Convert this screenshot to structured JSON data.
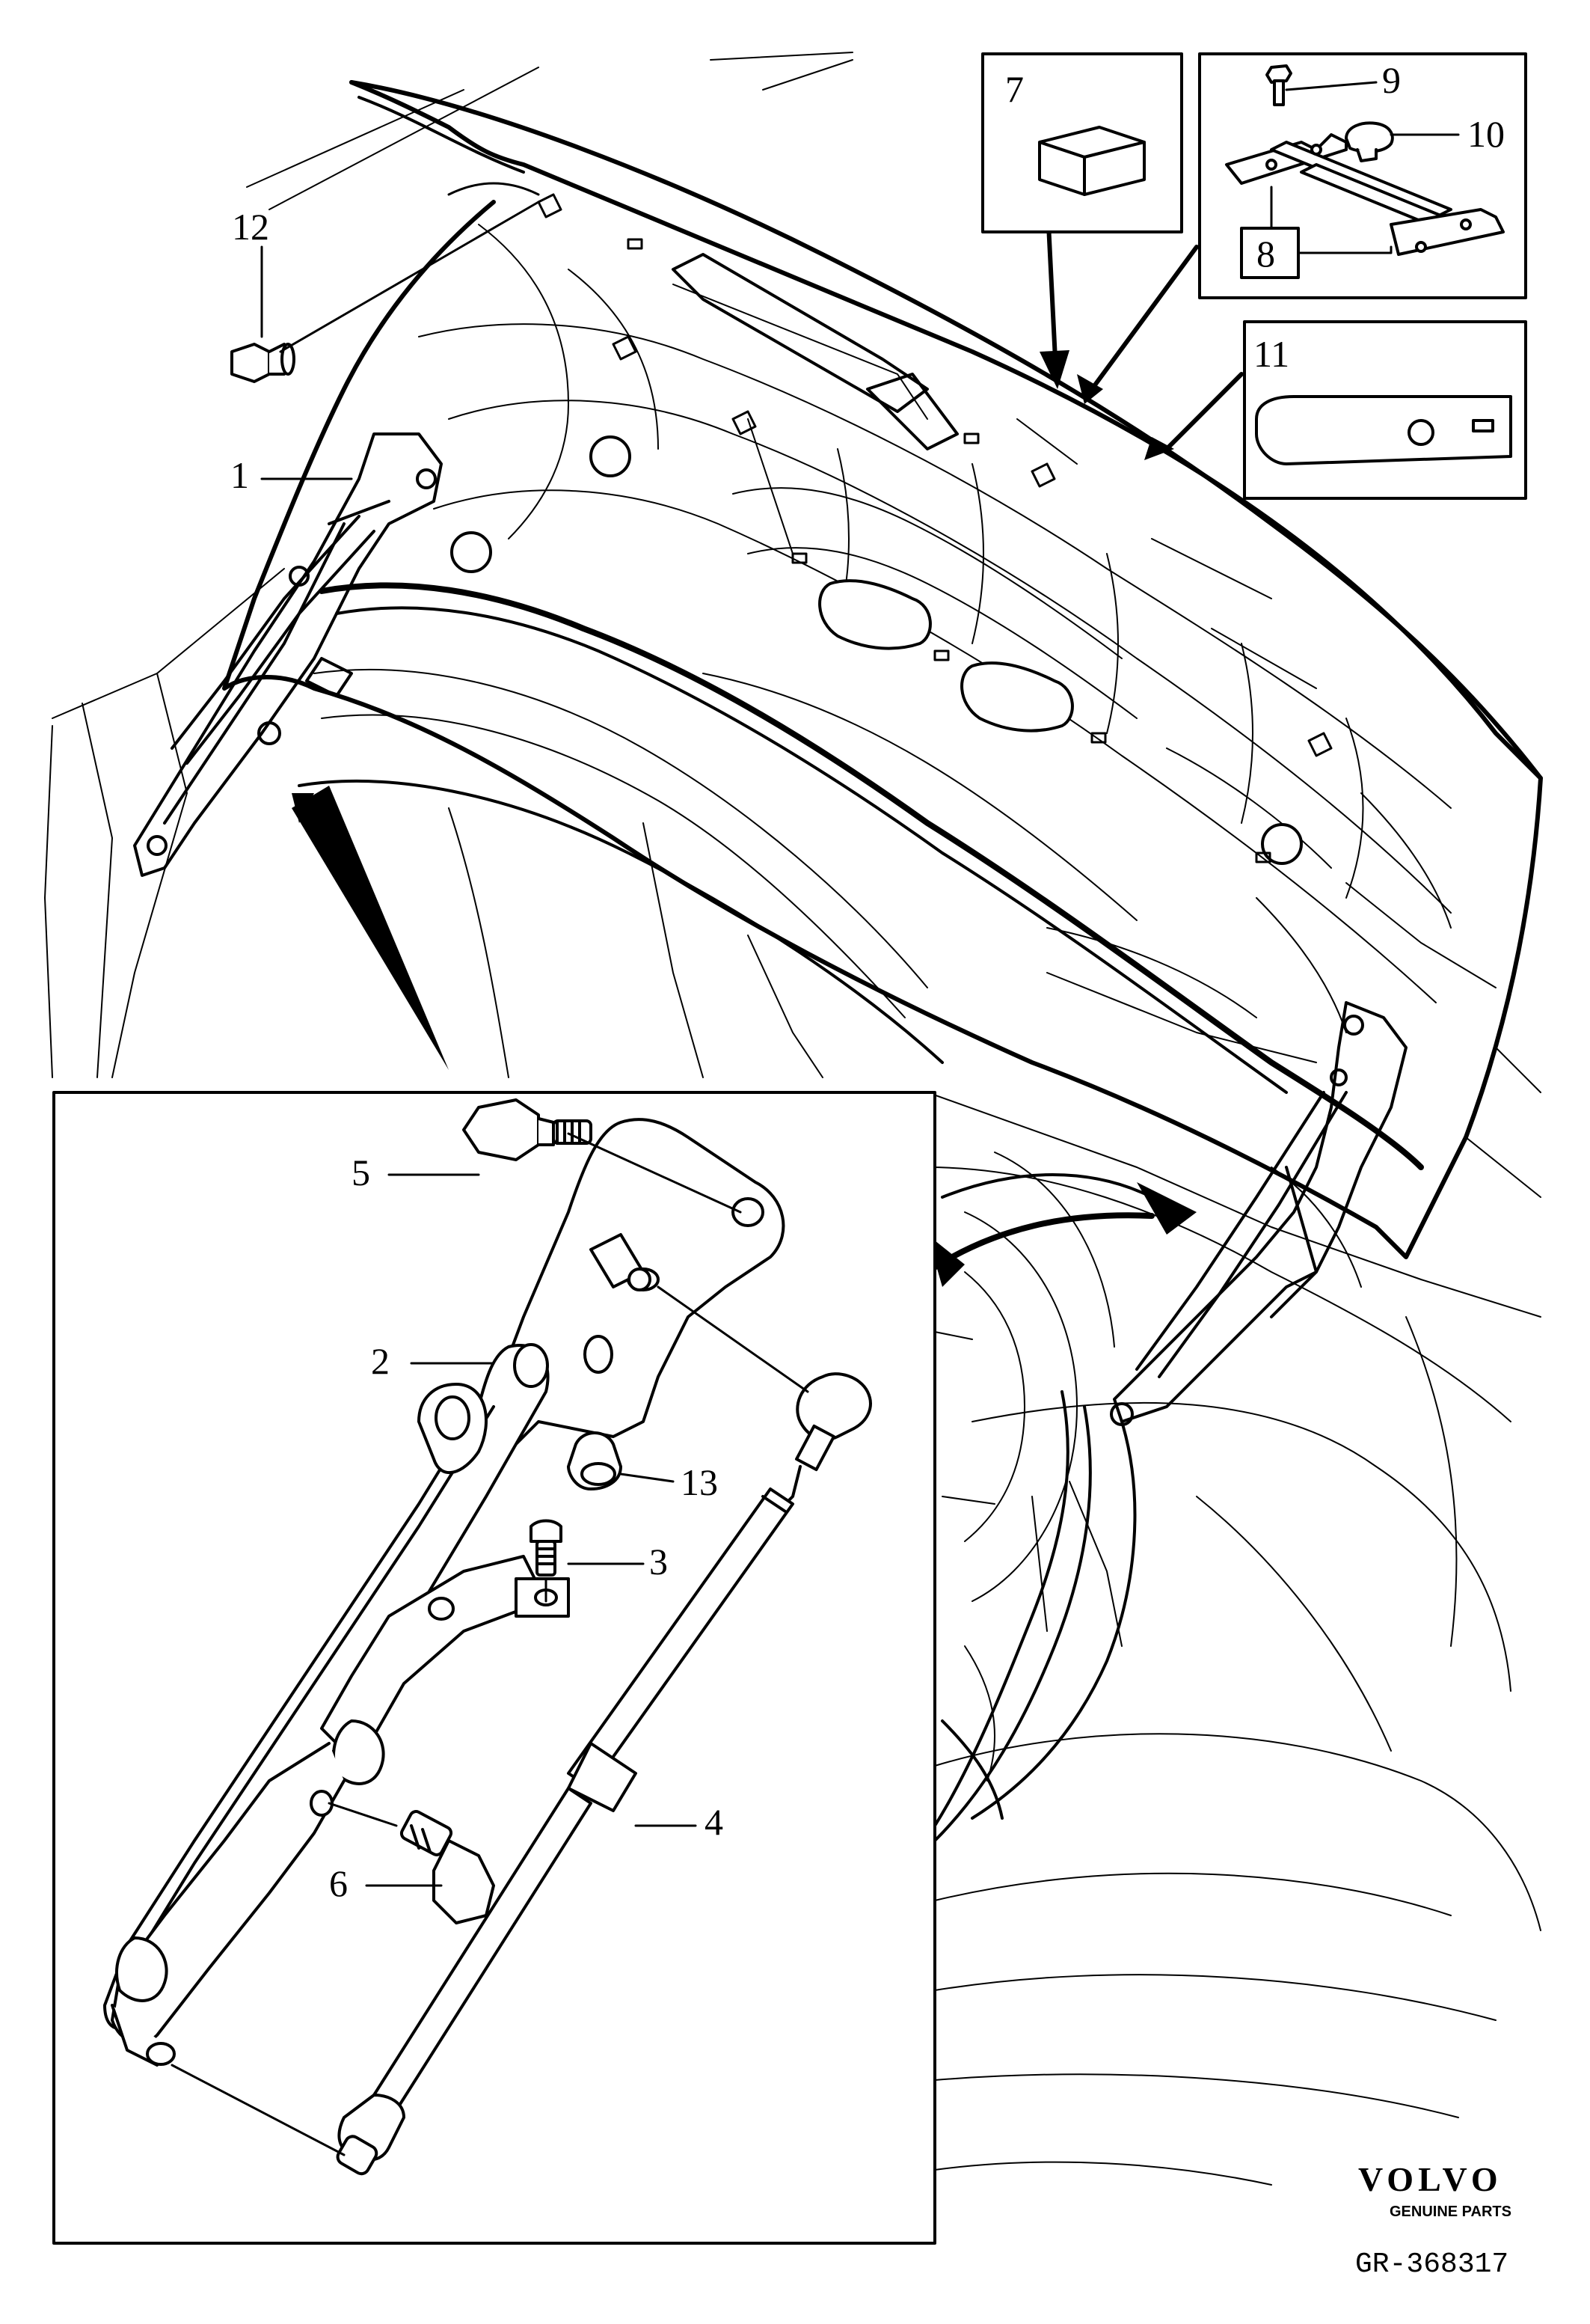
{
  "callouts": {
    "c1": "1",
    "c2": "2",
    "c3": "3",
    "c4": "4",
    "c5": "5",
    "c6": "6",
    "c7": "7",
    "c8": "8",
    "c9": "9",
    "c10": "10",
    "c11": "11",
    "c12": "12",
    "c13": "13"
  },
  "brand": {
    "name": "VOLVO",
    "tagline": "GENUINE PARTS"
  },
  "reference": "GR-368317"
}
